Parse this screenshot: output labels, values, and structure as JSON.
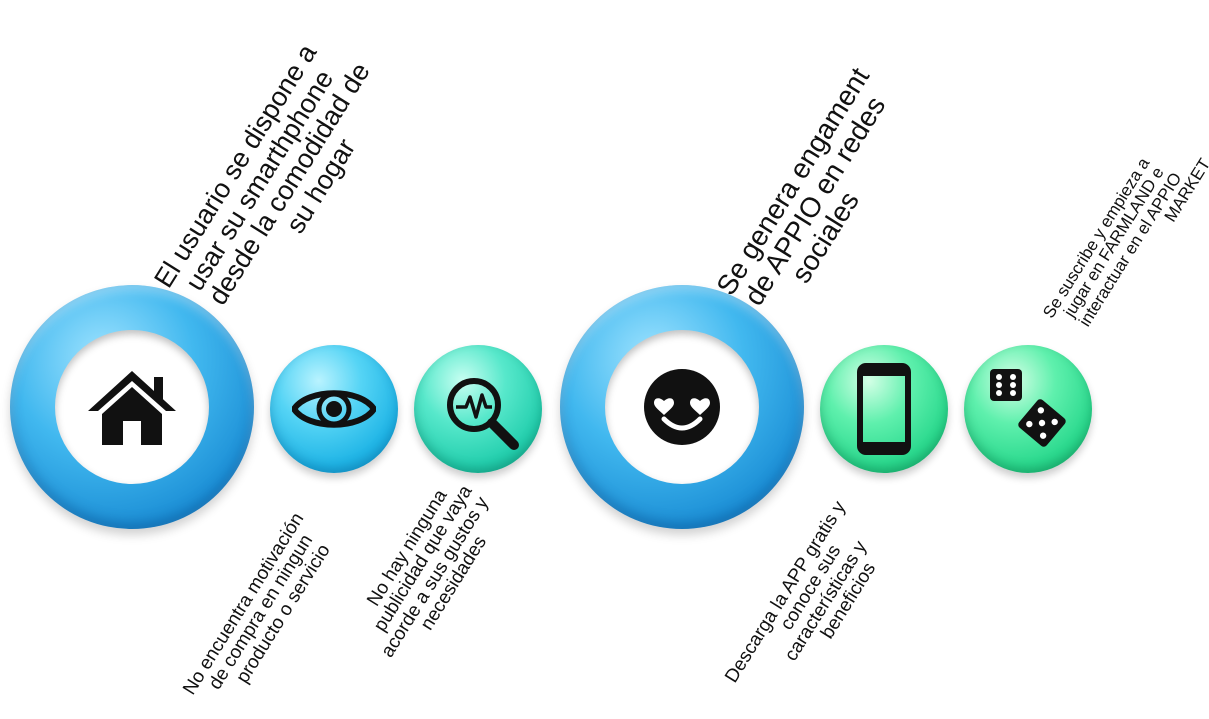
{
  "steps": [
    {
      "lines": [
        "El usuario se dispone a",
        "usar su smarthphone",
        "desde la comodidad de",
        "su hogar"
      ],
      "icon": "house-icon"
    },
    {
      "lines": [
        "No encuentra motivación",
        "de compra en ningun",
        "producto o servicio"
      ],
      "icon": "eye-icon"
    },
    {
      "lines": [
        "No  hay ninguna",
        "publicidad que vaya",
        "acorde a sus gustos y",
        "necesidades"
      ],
      "icon": "search-pulse-icon"
    },
    {
      "lines": [
        "Se genera engament",
        "de APPIO en redes",
        "sociales"
      ],
      "icon": "heart-eyes-smiley-icon"
    },
    {
      "lines": [
        "Descarga la APP gratis y",
        "conoce sus",
        "características y",
        "beneficios"
      ],
      "icon": "smartphone-icon"
    },
    {
      "lines": [
        "Se suscribe y  empieza a",
        "jugar en FARMLAND e",
        "interactuar en el APPIO",
        "MARKET"
      ],
      "icon": "dice-icon"
    }
  ],
  "colors": {
    "blue_ring": "#2ba4e4",
    "blue_ball": "#20b5e6",
    "teal_ball": "#24cfae",
    "green_ball": "#2bd98e",
    "icon": "#111111"
  }
}
